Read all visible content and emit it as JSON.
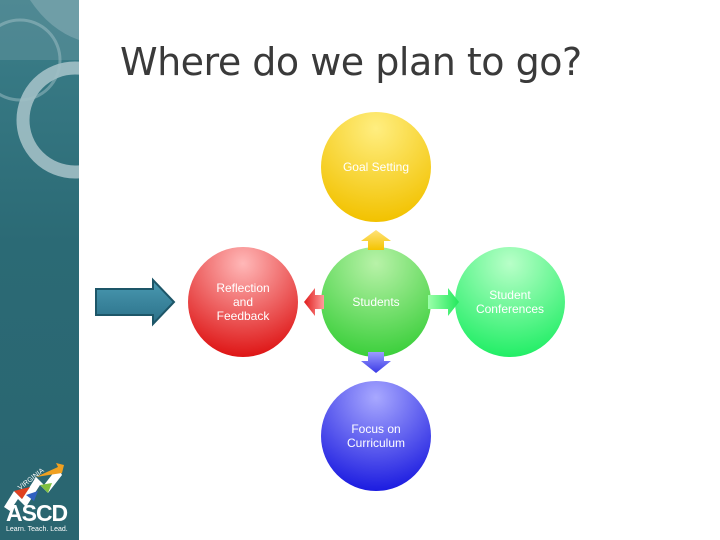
{
  "slide": {
    "title": "Where do we plan to go?"
  },
  "diagram": {
    "center": "Students",
    "top": "Goal Setting",
    "bottom": "Focus on\nCurriculum",
    "left": "Reflection\nand\nFeedback",
    "right": "Student\nConferences"
  },
  "logo": {
    "name": "ASCD",
    "tagline": "Learn. Teach. Lead.",
    "badge": "VIRGINIA"
  },
  "colors": {
    "sidebar": "#2e6f7a",
    "goal": "#f5c000",
    "students": "#3fcf3f",
    "curriculum": "#1f1fe0",
    "reflection": "#e01818",
    "conferences": "#2ef06a",
    "arrow_blue": "#2f7f96"
  }
}
